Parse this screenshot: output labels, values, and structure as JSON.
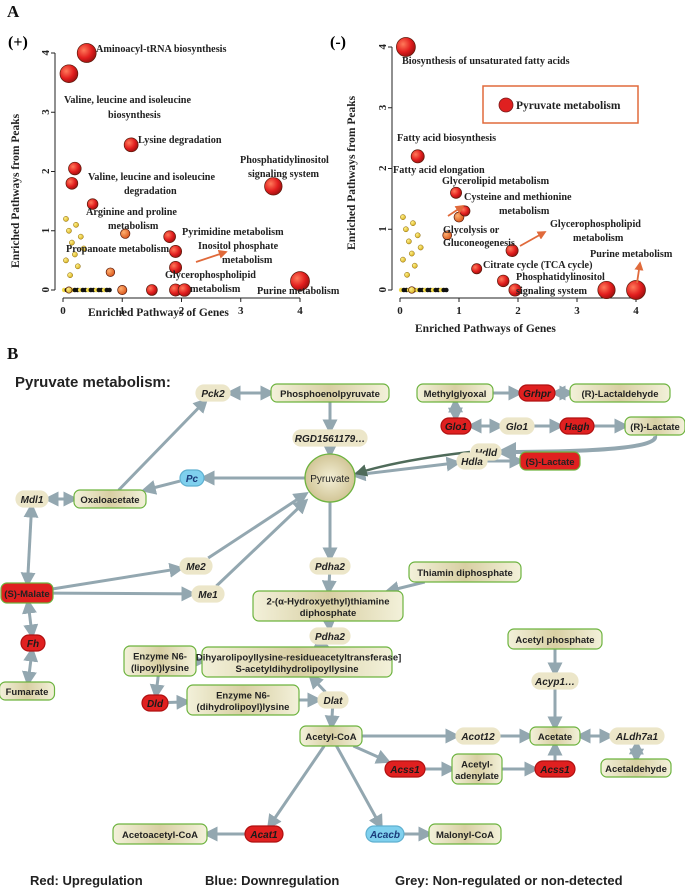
{
  "panel_a_label": "A",
  "panel_b_label": "B",
  "charts": {
    "pos": {
      "sign": "(+)",
      "xlabel": "Enriched Pathways of Genes",
      "ylabel": "Enriched Pathways from Peaks",
      "xticks": [
        "0",
        "1",
        "2",
        "3",
        "4"
      ],
      "yticks": [
        "0",
        "1",
        "2",
        "3",
        "4"
      ]
    },
    "neg": {
      "sign": "(-)",
      "xlabel": "Enriched Pathways of Genes",
      "ylabel": "Enriched Pathways from Peaks",
      "xticks": [
        "0",
        "1",
        "2",
        "3",
        "4"
      ],
      "yticks": [
        "0",
        "1",
        "2",
        "3",
        "4"
      ],
      "highlight": "Pyruvate metabolism"
    }
  },
  "chart_data": [
    {
      "type": "scatter",
      "title": "(+)",
      "xlabel": "Enriched Pathways of Genes",
      "ylabel": "Enriched Pathways from Peaks",
      "xlim": [
        0,
        4
      ],
      "ylim": [
        0,
        4
      ],
      "points": [
        {
          "x": 0.4,
          "y": 4.0,
          "label": "Aminoacyl-tRNA biosynthesis"
        },
        {
          "x": 0.1,
          "y": 3.65,
          "label": ""
        },
        {
          "x": 1.15,
          "y": 2.45,
          "label": "Lysine degradation"
        },
        {
          "x": 3.55,
          "y": 1.75,
          "label": "Phosphatidylinositol signaling system"
        },
        {
          "x": 0.2,
          "y": 2.05,
          "label": ""
        },
        {
          "x": 0.15,
          "y": 1.8,
          "label": ""
        },
        {
          "x": 0.5,
          "y": 1.45,
          "label": "Arginine and proline metabolism"
        },
        {
          "x": 1.05,
          "y": 0.95,
          "label": "Valine, leucine and isoleucine degradation"
        },
        {
          "x": 1.8,
          "y": 0.9,
          "label": "Pyrimidine metabolism"
        },
        {
          "x": 1.9,
          "y": 0.65,
          "label": "Inositol phosphate metabolism"
        },
        {
          "x": 1.9,
          "y": 0.38,
          "label": "Glycerophospholipid metabolism"
        },
        {
          "x": 4.0,
          "y": 0.15,
          "label": "Purine metabolism"
        },
        {
          "x": 0.8,
          "y": 0.3,
          "label": "Propanoate metabolism"
        },
        {
          "x": 1.0,
          "y": 0.0,
          "label": ""
        },
        {
          "x": 1.5,
          "y": 0.0,
          "label": ""
        },
        {
          "x": 1.9,
          "y": 0.0,
          "label": ""
        },
        {
          "x": 2.05,
          "y": 0.0,
          "label": ""
        },
        {
          "x": 0.1,
          "y": 0.0,
          "label": ""
        }
      ],
      "annotations": [
        "Aminoacyl-tRNA biosynthesis",
        "Valine, leucine and isoleucine biosynthesis",
        "Lysine degradation",
        "Phosphatidylinositol signaling system",
        "Valine, leucine and isoleucine degradation",
        "Arginine and proline metabolism",
        "Pyrimidine metabolism",
        "Inositol phosphate metabolism",
        "Propanoate metabolism",
        "Glycerophospholipid metabolism",
        "Purine metabolism"
      ]
    },
    {
      "type": "scatter",
      "title": "(-)",
      "xlabel": "Enriched Pathways of Genes",
      "ylabel": "Enriched Pathways from Peaks",
      "xlim": [
        0,
        4
      ],
      "ylim": [
        0,
        4
      ],
      "points": [
        {
          "x": 0.1,
          "y": 4.0,
          "label": "Biosynthesis of unsaturated fatty acids"
        },
        {
          "x": 0.3,
          "y": 2.2,
          "label": "Fatty acid elongation"
        },
        {
          "x": 0.95,
          "y": 1.6,
          "label": "Glycerolipid metabolism"
        },
        {
          "x": 1.0,
          "y": 1.2,
          "label": "Cysteine and methionine metabolism"
        },
        {
          "x": 1.1,
          "y": 1.3,
          "label": ""
        },
        {
          "x": 1.3,
          "y": 0.35,
          "label": "Citrate cycle (TCA cycle)"
        },
        {
          "x": 1.9,
          "y": 0.65,
          "label": "Glycerophospholipid metabolism"
        },
        {
          "x": 1.75,
          "y": 0.15,
          "label": "Phosphatidylinositol signaling system"
        },
        {
          "x": 1.95,
          "y": 0.0,
          "label": ""
        },
        {
          "x": 3.5,
          "y": 0.0,
          "label": "Purine metabolism"
        },
        {
          "x": 4.0,
          "y": 0.0,
          "label": ""
        },
        {
          "x": 0.8,
          "y": 0.9,
          "label": "Glycolysis or Gluconeogenesis"
        },
        {
          "x": 0.2,
          "y": 0.0,
          "label": ""
        }
      ],
      "annotations": [
        "Biosynthesis of unsaturated fatty acids",
        "Fatty acid biosynthesis",
        "Fatty acid elongation",
        "Glycerolipid metabolism",
        "Cysteine and methionine metabolism",
        "Glycolysis or Gluconeogenesis",
        "Glycerophospholipid metabolism",
        "Citrate cycle (TCA cycle)",
        "Purine metabolism",
        "Phosphatidylinositol signaling system"
      ]
    }
  ],
  "pathway_title": "Pyruvate metabolism:",
  "legend": {
    "red": "Red: Upregulation",
    "blue": "Blue: Downregulation",
    "grey": "Grey: Non-regulated or non-detected"
  },
  "colors": {
    "up": "#e02020",
    "down": "#7fd0ee",
    "grey": "#e9e3c8",
    "metabolite_border": "#6db33f",
    "arrow": "#93a7b0",
    "highlight_box": "#e06a3b"
  }
}
